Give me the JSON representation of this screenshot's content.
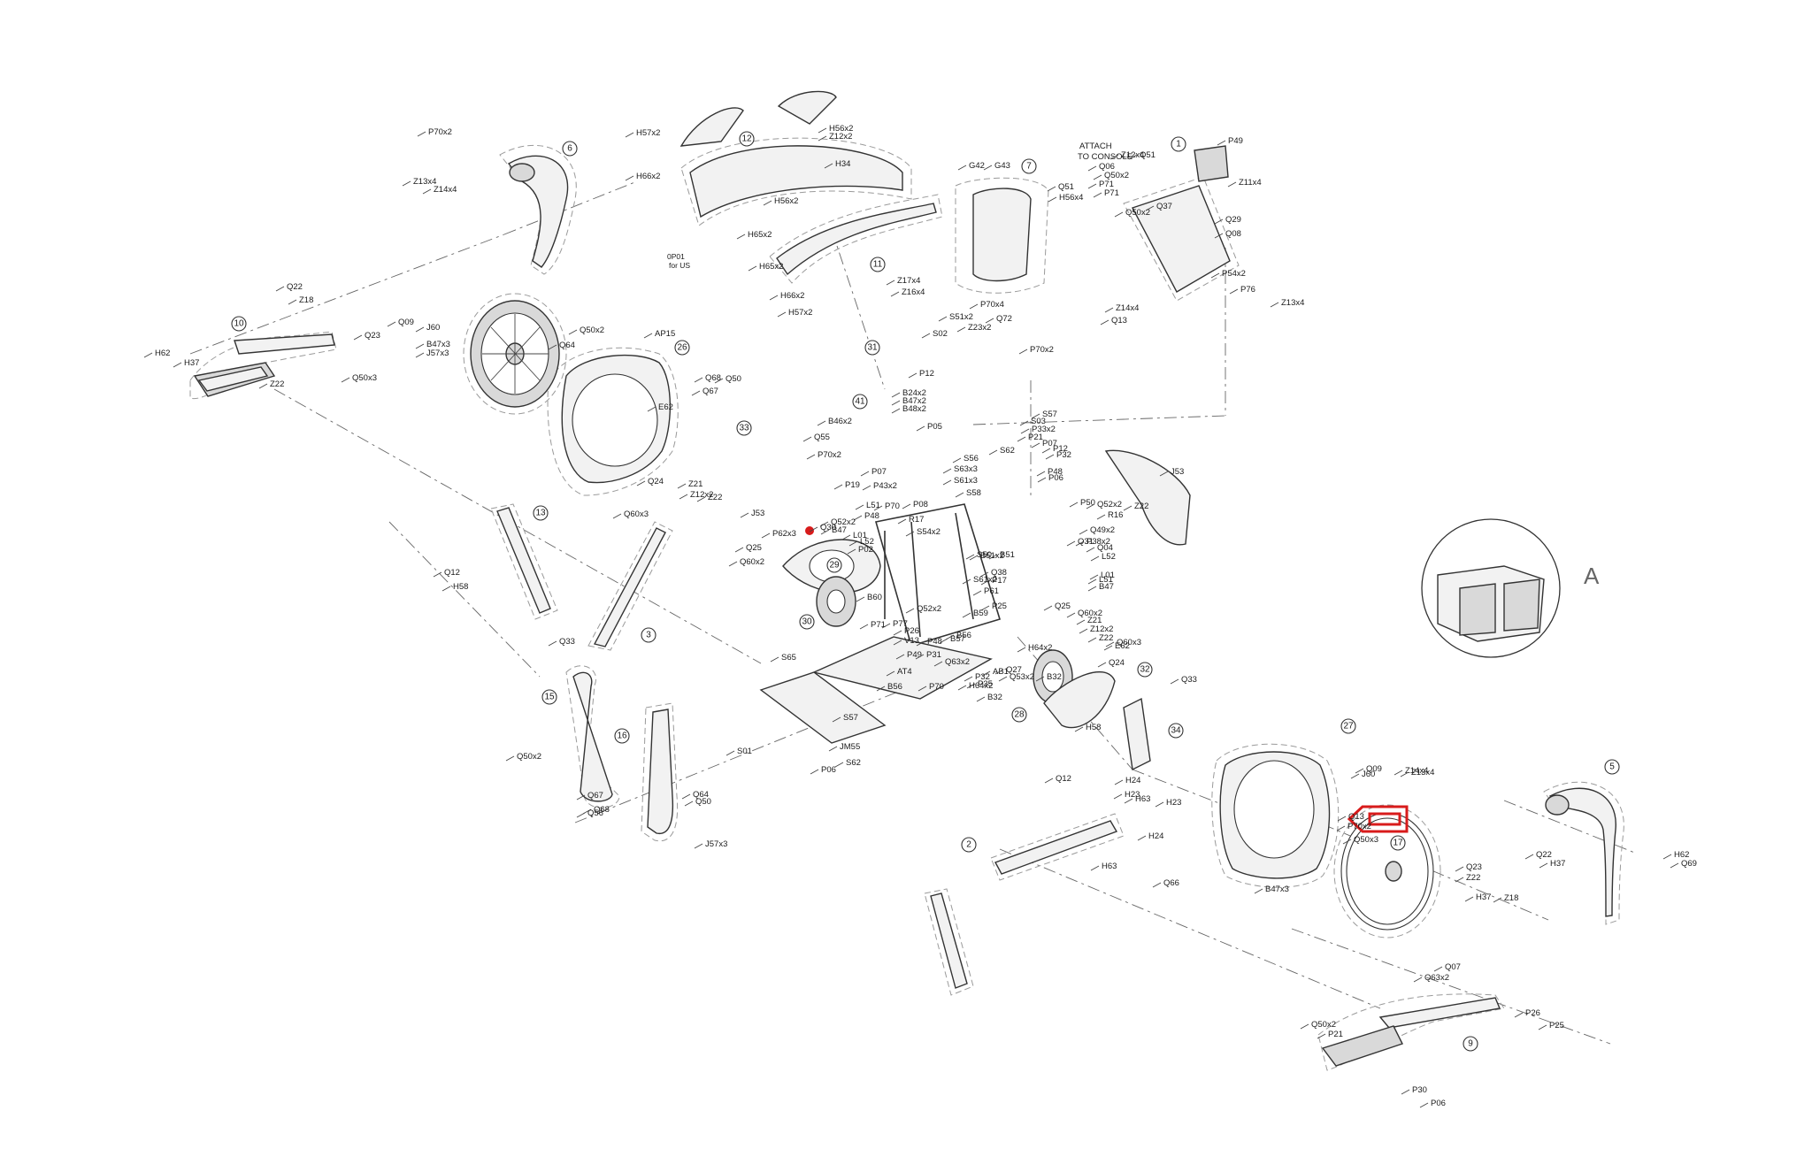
{
  "diagram": {
    "detail_letter": "A",
    "console_note": "ATTACH TO CONSOLE",
    "us_note": "0P01 for US",
    "numbered_callouts": [
      "1",
      "2",
      "3",
      "5",
      "6",
      "7",
      "9",
      "10",
      "11",
      "12",
      "13",
      "15",
      "16",
      "17",
      "26",
      "27",
      "28",
      "29",
      "30",
      "31",
      "32",
      "33",
      "34",
      "41"
    ],
    "part_labels": [
      "H62",
      "H37",
      "Z22",
      "P70x2",
      "Z13x4",
      "Z14x4",
      "Q22",
      "Z18",
      "Q23",
      "Q50x3",
      "Q09",
      "J60",
      "B47x3",
      "J57x3",
      "Q64",
      "Q50x2",
      "Q67",
      "Q68",
      "E62",
      "Q24",
      "Z21",
      "Z12x2",
      "Z22",
      "Q60x3",
      "Q25",
      "Q60x2",
      "J53",
      "Q12",
      "H58",
      "Q33",
      "H57x2",
      "H66x2",
      "H56x2",
      "Z12x2",
      "H34",
      "H56x2",
      "H65x2",
      "H65x2",
      "H66x2",
      "H57x2",
      "AP15",
      "Q50",
      "G42",
      "G43",
      "Z17x4",
      "Z16x4",
      "P70x4",
      "Q72",
      "Z23x2",
      "S51x2",
      "S02",
      "P12",
      "B24x2",
      "B47x2",
      "B48x2",
      "B46x2",
      "Q55",
      "P70x2",
      "P05",
      "P07",
      "P43x2",
      "P19",
      "P48",
      "Q52x2",
      "Q30",
      "B47",
      "L51",
      "L01",
      "L52",
      "P02",
      "P62x3",
      "P70",
      "P08",
      "R17",
      "S54x2",
      "S50",
      "S61x2",
      "B51",
      "B51x2",
      "Q38",
      "P61",
      "P17",
      "P25",
      "B59",
      "P77",
      "P26",
      "V13",
      "Q52x2",
      "B60",
      "P71",
      "P48",
      "B56",
      "B57",
      "AT4",
      "P49",
      "P31",
      "Q63x2",
      "P70",
      "P32",
      "P35",
      "B56",
      "AB1",
      "H64x2",
      "B32",
      "Q53x2",
      "Q27",
      "H64x2",
      "B32",
      "S65",
      "JM55",
      "S01",
      "P06",
      "S57",
      "S62",
      "S56",
      "S63x3",
      "S61x3",
      "S58",
      "S62",
      "S57",
      "S03",
      "P33x2",
      "P21",
      "P07",
      "P12",
      "P32",
      "P48",
      "P06",
      "P50",
      "Q49x2",
      "P38x2",
      "Q04",
      "L52",
      "L01",
      "L51",
      "B47",
      "Q31",
      "Q52x2",
      "R16",
      "Z22",
      "J53",
      "Q25",
      "Q60x2",
      "Z21",
      "Z12x2",
      "Z22",
      "E62",
      "Q24",
      "Q60x3",
      "Q33",
      "H58",
      "Q12",
      "H24",
      "H23",
      "H63",
      "H63",
      "H23",
      "H24",
      "Q66",
      "Q50x2",
      "Q67",
      "Q68",
      "Q56",
      "Q64",
      "Q50",
      "J57x3",
      "B47x3",
      "J60",
      "Q09",
      "Z14x4",
      "Z13x4",
      "Q13",
      "P70x2",
      "Q50x3",
      "Q23",
      "Z22",
      "H37",
      "Z18",
      "Q22",
      "H37",
      "H62",
      "Q69",
      "Q63x2",
      "Q07",
      "Q50x2",
      "P21",
      "P26",
      "P25",
      "P30",
      "P06",
      "P49",
      "Z11x4",
      "Q51",
      "H56x4",
      "Z12x4",
      "Q51",
      "Q06",
      "Q50x2",
      "P71",
      "P71",
      "Q37",
      "Q50x2",
      "Q29",
      "Q08",
      "P54x2",
      "P76",
      "Z13x4",
      "Z14x4",
      "Q13",
      "P70x2"
    ]
  }
}
